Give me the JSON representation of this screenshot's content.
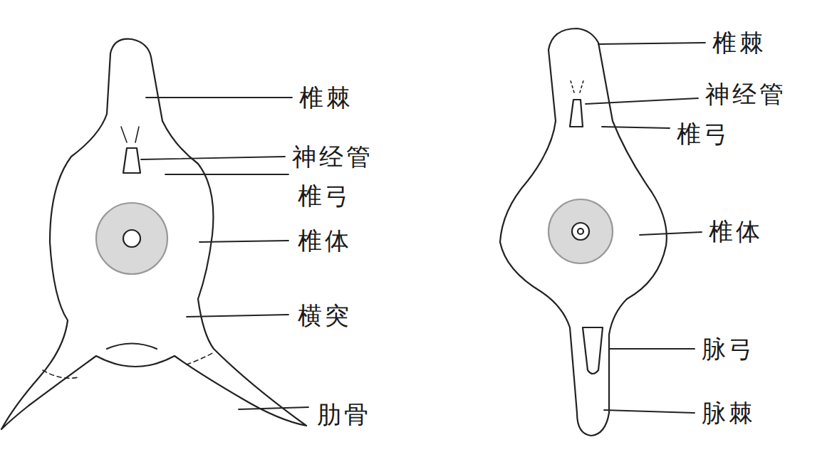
{
  "diagram": {
    "labels": [
      "椎棘",
      "神经管",
      "椎弓",
      "椎体",
      "横突",
      "肋骨",
      "椎棘",
      "神经管",
      "椎弓",
      "椎体",
      "脉弓",
      "脉棘"
    ]
  }
}
